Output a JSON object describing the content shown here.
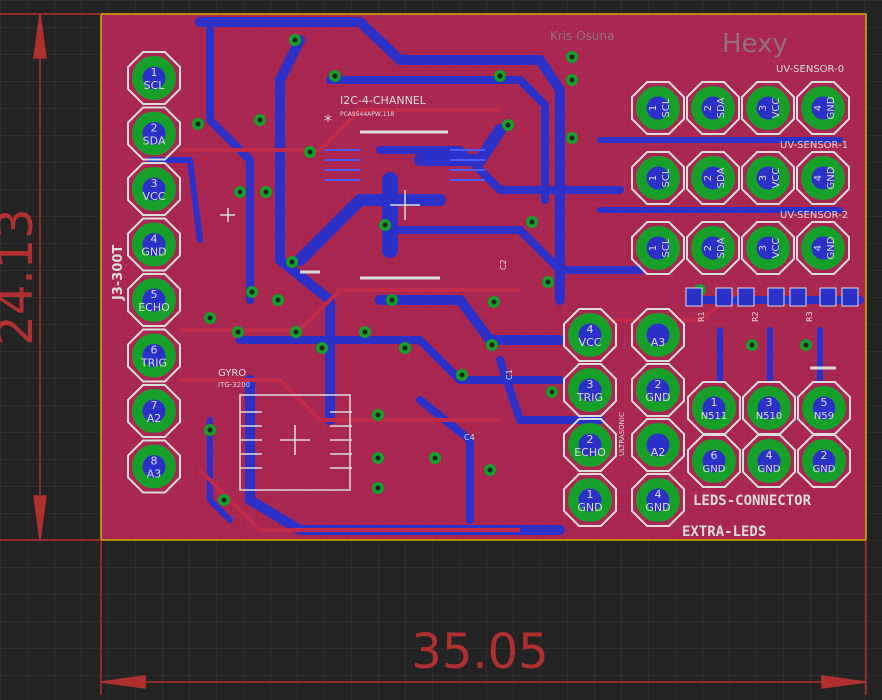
{
  "board": {
    "title_logo": "Hexy",
    "author": "Kris Osuna",
    "dimension_width": "35.05",
    "dimension_height": "24.13",
    "i2c_label": "I2C-4-CHANNEL",
    "i2c_part": "PCA9544APW,118",
    "gyro_label": "GYRO",
    "gyro_part": "ITG-3200",
    "j3_label": "J3-300T",
    "leds_connector_label": "LEDS-CONNECTOR",
    "extra_leds_label": "EXTRA-LEDS",
    "ultrasonic_label": "ULTRASONIC",
    "uv_sensor_labels": [
      "UV-SENSOR-0",
      "UV-SENSOR-1",
      "UV-SENSOR-2"
    ],
    "resistor_labels": [
      "R1",
      "R2",
      "R3"
    ],
    "cap_labels": [
      "C2",
      "C1",
      "C4"
    ]
  },
  "left_header_pins": [
    {
      "num": "1",
      "label": "SCL"
    },
    {
      "num": "2",
      "label": "SDA"
    },
    {
      "num": "3",
      "label": "VCC"
    },
    {
      "num": "4",
      "label": "GND"
    },
    {
      "num": "5",
      "label": "ECHO"
    },
    {
      "num": "6",
      "label": "TRIG"
    },
    {
      "num": "7",
      "label": "A2"
    },
    {
      "num": "8",
      "label": "A3"
    }
  ],
  "uv_sensor_pins": [
    "SCL",
    "SDA",
    "VCC",
    "GND"
  ],
  "ultrasonic_pins": [
    {
      "num": "4",
      "label": "VCC"
    },
    {
      "num": "3",
      "label": "TRIG"
    },
    {
      "num": "2",
      "label": "ECHO"
    },
    {
      "num": "1",
      "label": "GND"
    }
  ],
  "extra_leds_pins": [
    {
      "num": "",
      "label": "A3"
    },
    {
      "num": "2",
      "label": "GND"
    },
    {
      "num": "",
      "label": "A2"
    },
    {
      "num": "4",
      "label": "GND"
    }
  ],
  "leds_connector_pins": [
    {
      "num": "1",
      "label": "N511"
    },
    {
      "num": "3",
      "label": "N510"
    },
    {
      "num": "5",
      "label": "N59"
    },
    {
      "num": "6",
      "label": "GND"
    },
    {
      "num": "4",
      "label": "GND"
    },
    {
      "num": "2",
      "label": "GND"
    }
  ],
  "colors": {
    "background": "#232323",
    "grid": "#3a3a3a",
    "board_fill": "#a8264f",
    "bottom_copper": "#2a30c8",
    "pad_green": "#16a02a",
    "silk": "#dcdcdc",
    "dimension": "#b03030",
    "outline": "#d8b000"
  }
}
